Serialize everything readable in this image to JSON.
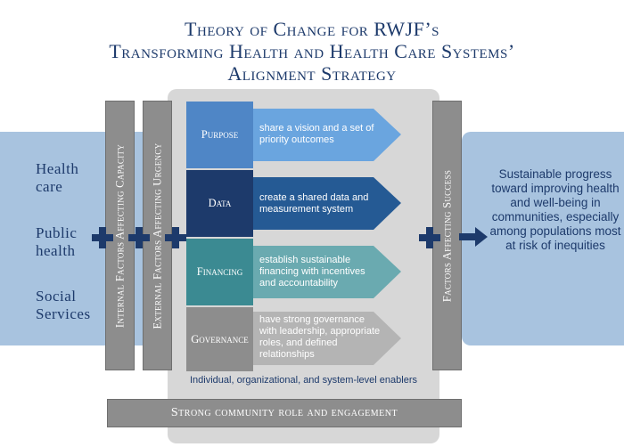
{
  "title": {
    "line1": "Theory of Change for RWJF’s",
    "line2": "Transforming Health and Health Care Systems’",
    "line3": "Alignment Strategy"
  },
  "sectors": [
    {
      "line1": "Health",
      "line2": "care"
    },
    {
      "line1": "Public",
      "line2": "health"
    },
    {
      "line1": "Social",
      "line2": "Services"
    }
  ],
  "factors": {
    "internal": "Internal Factors Affecting Capacity",
    "external": "External Factors Affecting Urgency",
    "success": "Factors Affecting Success"
  },
  "rows": [
    {
      "label": "Purpose",
      "text": "share a vision and a set of priority outcomes",
      "label_color": "#4f86c6",
      "arrow_color": "#6aa5df"
    },
    {
      "label": "Data",
      "text": "create a shared data and measurement system",
      "label_color": "#1d3a6b",
      "arrow_color": "#255a94"
    },
    {
      "label": "Financing",
      "text": "establish sustainable financing with incentives and accountability",
      "label_color": "#3b8a92",
      "arrow_color": "#6aaab0"
    },
    {
      "label": "Governance",
      "text": "have strong governance with leadership, appropriate roles, and defined relationships",
      "label_color": "#8d8d8d",
      "arrow_color": "#b4b4b4"
    }
  ],
  "enablers": "Individual, organizational, and system-level enablers",
  "bottom": "Strong community role and engagement",
  "outcome": "Sustainable progress toward improving health and well-being in communities, especially among populations most at risk of inequities",
  "colors": {
    "navy": "#1d3a6b",
    "light_blue_panel": "#a8c3df",
    "gray_panel": "#d7d7d7",
    "bar_gray": "#8d8d8d"
  }
}
